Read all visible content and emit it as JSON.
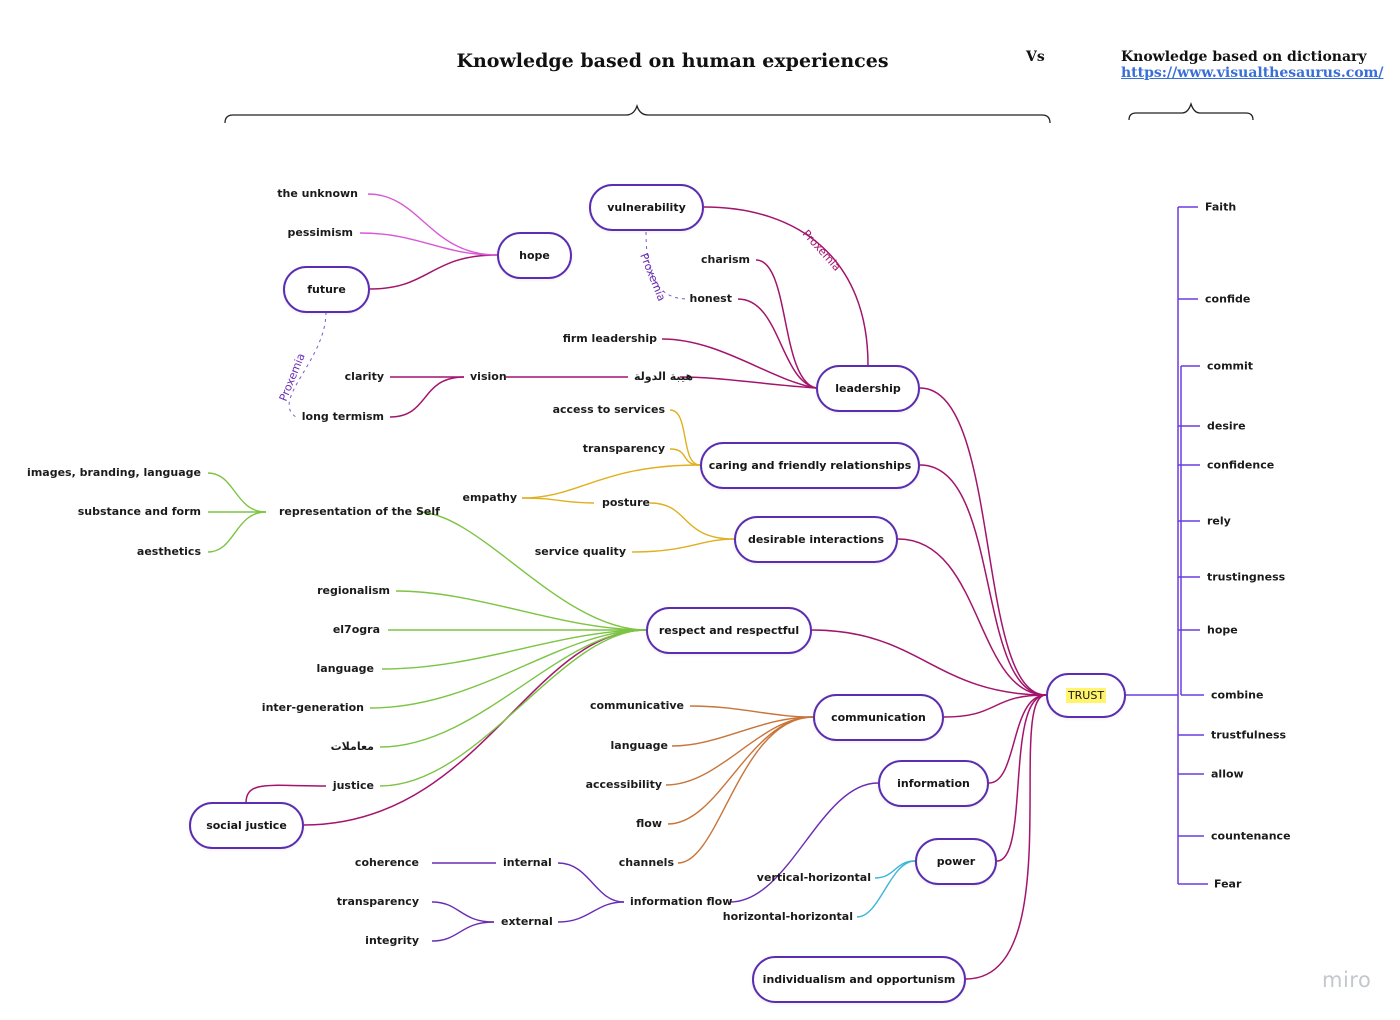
{
  "header": {
    "title": "Knowledge based on human experiences",
    "vs": "Vs",
    "dictionary_title": "Knowledge based on dictionary",
    "dictionary_link": "https://www.visualthesaurus.com/"
  },
  "brand": "miro",
  "colors": {
    "node_border": "#5b2db0",
    "trust_branch": "#a3146d",
    "hope_branch": "#d65ad6",
    "yellow_branch": "#e0b020",
    "green_branch": "#7cc443",
    "orange_branch": "#c8743a",
    "purple_branch": "#6a2cb4",
    "cyan_branch": "#3bb5d8",
    "dictionary_branch": "#6a3de0",
    "highlight": "#fff46b"
  },
  "proxemia_label": "Proxemia",
  "nodes": {
    "trust": "TRUST",
    "leadership": "leadership",
    "vulnerability": "vulnerability",
    "hope": "hope",
    "future": "future",
    "caring": "caring and friendly relationships",
    "desirable": "desirable interactions",
    "respect": "respect and respectful",
    "communication": "communication",
    "information": "information",
    "power": "power",
    "individualism": "individualism and opportunism",
    "social_justice": "social justice"
  },
  "labels": {
    "the_unknown": "the unknown",
    "pessimism": "pessimism",
    "charism": "charism",
    "honest": "honest",
    "firm_leadership": "firm leadership",
    "state_prestige": "هيبة الدولة",
    "vision": "vision",
    "clarity": "clarity",
    "long_termism": "long termism",
    "access_services": "access to services",
    "transparency_1": "transparency",
    "empathy": "empathy",
    "posture": "posture",
    "service_quality": "service quality",
    "images_branding": "images, branding, language",
    "substance_form": "substance and form",
    "aesthetics": "aesthetics",
    "representation_self": "representation of the Self",
    "regionalism": "regionalism",
    "el7ogra": "el7ogra",
    "language_1": "language",
    "inter_generation": "inter-generation",
    "transactions": "معاملات",
    "justice": "justice",
    "communicative": "communicative",
    "language_2": "language",
    "accessibility": "accessibility",
    "flow": "flow",
    "channels": "channels",
    "coherence": "coherence",
    "internal": "internal",
    "transparency_2": "transparency",
    "external": "external",
    "integrity": "integrity",
    "information_flow": "information flow",
    "vertical_horizontal": "vertical-horizontal",
    "horizontal_horizontal": "horizontal-horizontal"
  },
  "dictionary_words": [
    "Faith",
    "confide",
    "commit",
    "desire",
    "confidence",
    "rely",
    "trustingness",
    "hope",
    "combine",
    "trustfulness",
    "allow",
    "countenance",
    "Fear"
  ]
}
